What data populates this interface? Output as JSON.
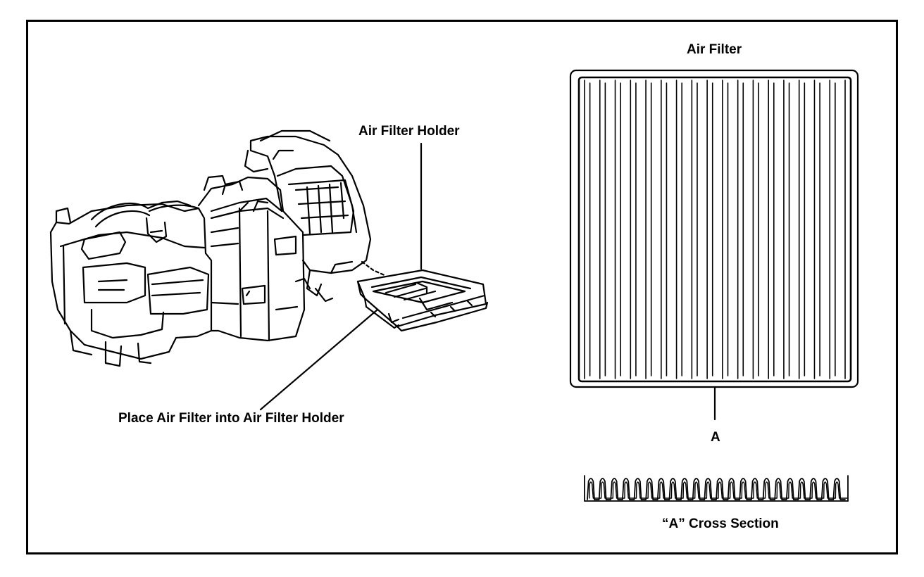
{
  "labels": {
    "air_filter_title": "Air Filter",
    "air_filter_holder": "Air Filter Holder",
    "place_instruction": "Place Air Filter into Air Filter Holder",
    "section_marker": "A",
    "cross_section": "“A” Cross Section"
  },
  "colors": {
    "line": "#000000",
    "background": "#ffffff"
  }
}
